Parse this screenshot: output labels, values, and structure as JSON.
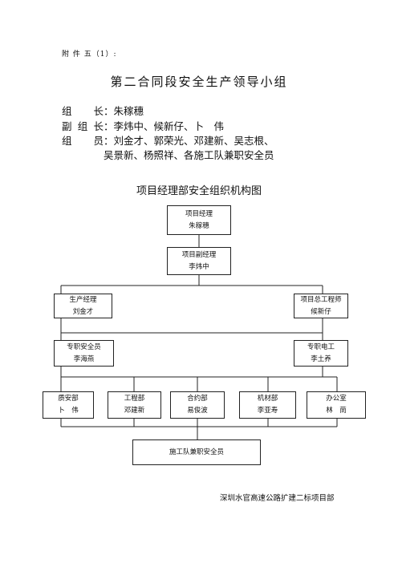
{
  "attachment": "附 件 五（1）:",
  "title": "第二合同段安全生产领导小组",
  "members": [
    {
      "label": "组 长",
      "sep": "：",
      "value": "朱稼穗"
    },
    {
      "label": "副组长",
      "sep": "：",
      "value": "李炜中、候新仔、卜　伟"
    },
    {
      "label": "组 员",
      "sep": "：",
      "value": "刘金才、郭荣光、邓建新、吴志根、"
    },
    {
      "label": "",
      "sep": "",
      "value": "吴景新、杨照祥、各施工队兼职安全员"
    }
  ],
  "chart_title": "项目经理部安全组织机构图",
  "org": {
    "manager": {
      "role": "项目经理",
      "name": "朱稼穗"
    },
    "deputy": {
      "role": "项目副经理",
      "name": "李炜中"
    },
    "production": {
      "role": "生产经理",
      "name": "刘金才"
    },
    "chief_engineer": {
      "role": "项目总工程师",
      "name": "候新仔"
    },
    "safety_officer": {
      "role": "专职安全员",
      "name": "李海燕"
    },
    "electrician": {
      "role": "专职电工",
      "name": "李土养"
    },
    "quality": {
      "role": "质安部",
      "name": "卜　伟"
    },
    "engineering": {
      "role": "工程部",
      "name": "邓建新"
    },
    "contract": {
      "role": "合约部",
      "name": "易俊波"
    },
    "materials": {
      "role": "机材部",
      "name": "李亚寿"
    },
    "office": {
      "role": "办公室",
      "name": "林　茼"
    },
    "team": {
      "role": "施工队兼职安全员"
    }
  },
  "footer": "深圳水官高速公路扩建二标项目部"
}
